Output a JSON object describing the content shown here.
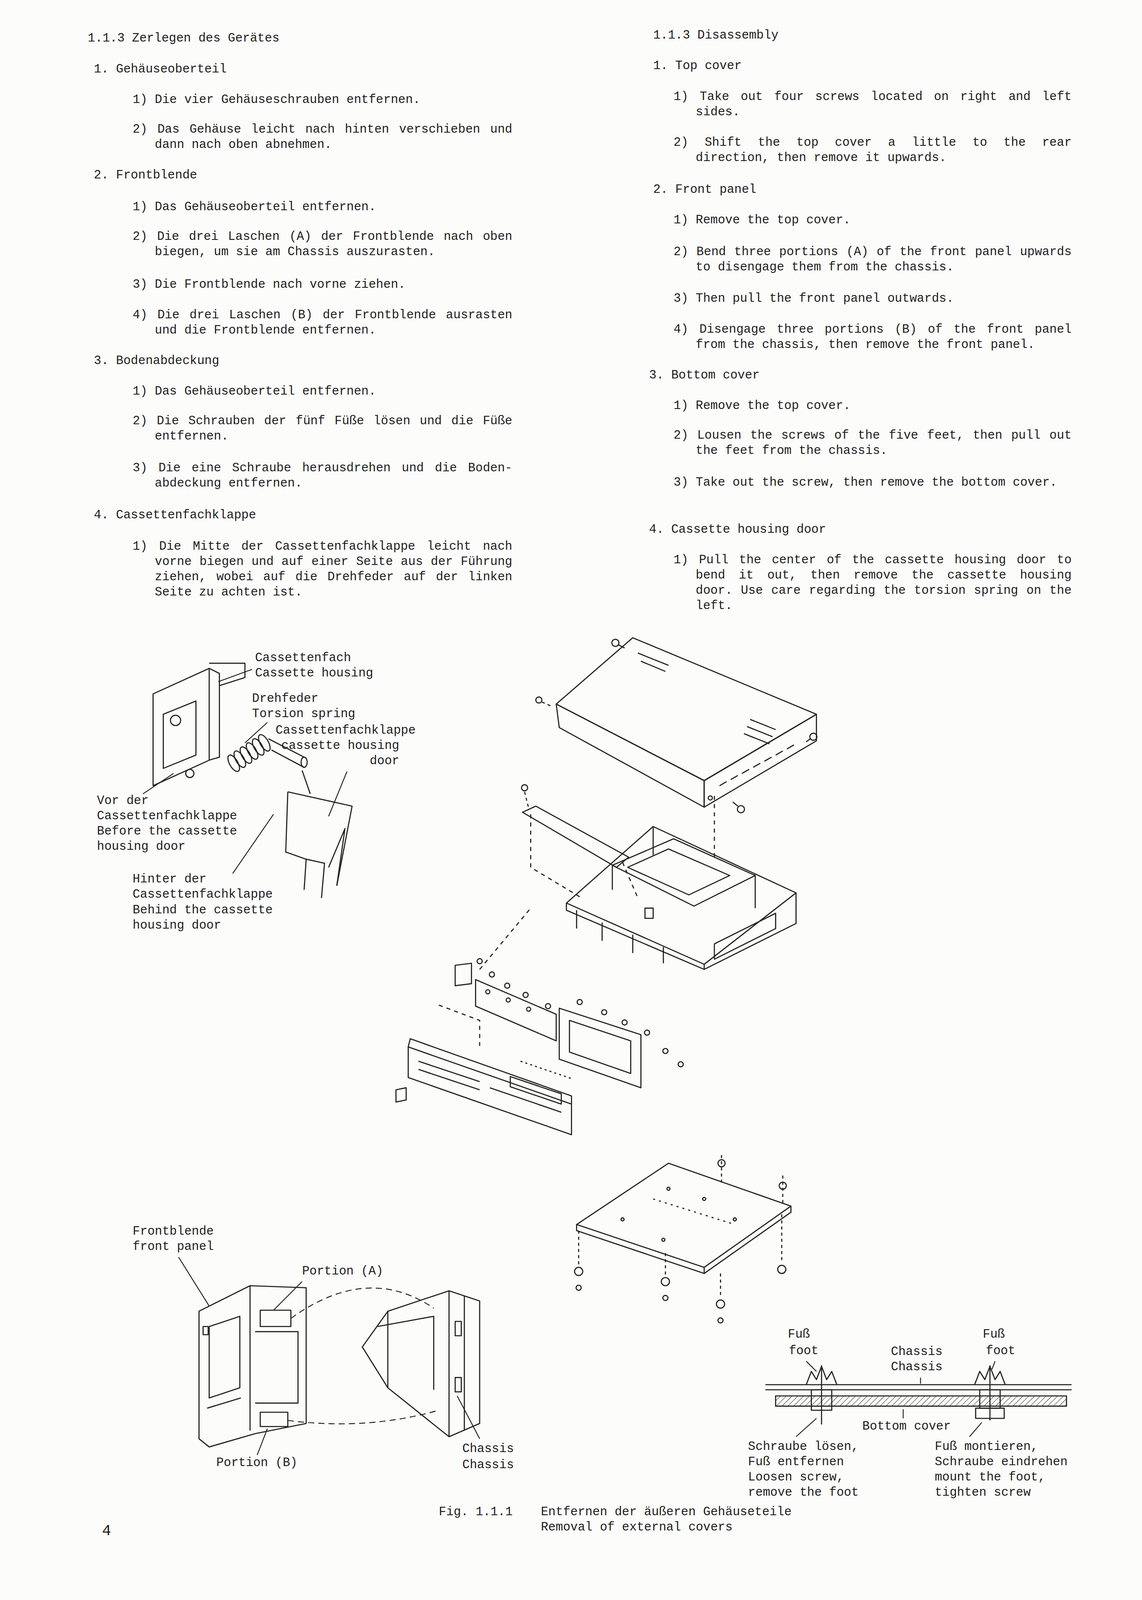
{
  "diagram": {
    "labels": [
      "1.1.3 Zerlegen des Gerätes",
      "1. Gehäuseoberteil",
      "1) Die vier Gehäuseschrauben entfernen.",
      "2) Das Gehäuse leicht nach hinten verschieben und dann nach oben abnehmen.",
      "2. Frontblende",
      "1) Das Gehäuseoberteil entfernen.",
      "2) Die drei Laschen (A) der Frontblende nach oben biegen, um sie am Chassis auszurasten.",
      "3) Die Frontblende nach vorne ziehen.",
      "4) Die drei Laschen (B) der Frontblende ausrasten und die Frontblende entfernen.",
      "3. Bodenabdeckung",
      "1) Das Gehäuseoberteil entfernen.",
      "2) Die Schrauben der fünf Füße lösen und die Füße entfernen.",
      "3) Die eine Schraube herausdrehen und die Boden- abdeckung entfernen.",
      "4. Cassettenfachklappe",
      "1) Die Mitte der Cassettenfachklappe leicht nach vorne biegen und auf einer Seite aus der Führung ziehen, wobei auf die Drehfeder auf der linken Seite zu achten ist.",
      "1.1.3 Disassembly",
      "1. Top cover",
      "1) Take out four screws located on right and left sides.",
      "2) Shift the top cover a little to the rear direction, then remove it upwards.",
      "2. Front panel",
      "1) Remove the top cover.",
      "2) Bend three portions (A) of the front panel upwards to disengage them from the chassis.",
      "3) Then pull the front panel outwards.",
      "4) Disengage three portions (B) of the front panel from the chassis, then remove the front panel.",
      "3. Bottom cover",
      "1) Remove the top cover.",
      "2) Lousen the screws of the five feet, then pull out the feet from the chassis.",
      "3) Take out the screw, then remove the bottom cover.",
      "4. Cassette housing door",
      "1) Pull the center of the cassette housing door to bend it out, then remove the cassette housing door. Use care regarding the torsion spring on the left.",
      "Cassettenfach",
      "Cassette housing",
      "Drehfeder",
      "Torsion spring",
      "Cassettenfachklappe",
      "cassette housing door",
      "Vor der Cassettenfachklappe",
      "Before the cassette housing door",
      "Hinter der Cassettenfachklappe",
      "Behind the cassette housing door",
      "Frontblende",
      "front panel",
      "Portion (A)",
      "Portion (B)",
      "Chassis",
      "Chassis",
      "Fuß",
      "foot",
      "Chassis",
      "Chassis",
      "Fuß",
      "foot",
      "Bottom cover",
      "Schraube lösen, Fuß entfernen",
      "Loosen screw, remove the foot",
      "Fuß montieren, Schraube eindrehen",
      "mount the foot, tighten screw",
      "Fig. 1.1.1",
      "Entfernen der äußeren Gehäuseteile",
      "Removal of external covers",
      "4"
    ]
  }
}
